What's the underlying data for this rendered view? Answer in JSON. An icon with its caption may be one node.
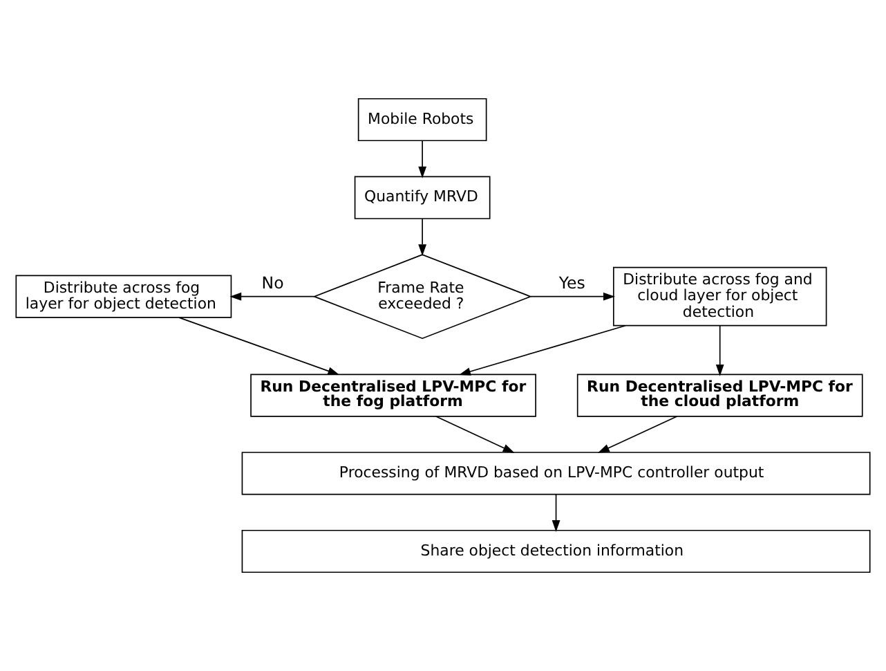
{
  "diagram": {
    "nodes": [
      {
        "text": [
          "Mobile Robots"
        ]
      },
      {
        "text": [
          "Quantify MRVD"
        ]
      },
      {
        "text": [
          "Frame Rate exceeded ?"
        ]
      },
      {
        "text": [
          "Distribute across fog layer for object detection"
        ]
      },
      {
        "text": [
          "Distribute across fog and cloud layer for object detection"
        ]
      },
      {
        "text": [
          "Run Decentralised LPV-MPC for the fog platform"
        ]
      },
      {
        "text": [
          "Run Decentralised LPV-MPC for the cloud platform"
        ]
      },
      {
        "text": [
          "Processing of MRVD based on LPV-MPC controller output"
        ]
      },
      {
        "text": [
          "Share object detection information"
        ]
      }
    ],
    "edges": [
      {
        "from": 0,
        "to": 1,
        "arrow": "to"
      },
      {
        "from": 1,
        "to": 2,
        "arrow": "to"
      },
      {
        "from": 2,
        "to": 3,
        "arrow": "to",
        "label": "No"
      },
      {
        "from": 2,
        "to": 4,
        "arrow": "to",
        "label": "Yes"
      },
      {
        "from": 3,
        "to": 5,
        "arrow": "to"
      },
      {
        "from": 4,
        "to": 6,
        "arrow": "to"
      },
      {
        "from": 4,
        "to": 5,
        "arrow": "to"
      },
      {
        "from": 5,
        "to": 7,
        "arrow": "to"
      },
      {
        "from": 6,
        "to": 7,
        "arrow": "to"
      },
      {
        "from": 7,
        "to": 8,
        "arrow": "to"
      }
    ]
  }
}
